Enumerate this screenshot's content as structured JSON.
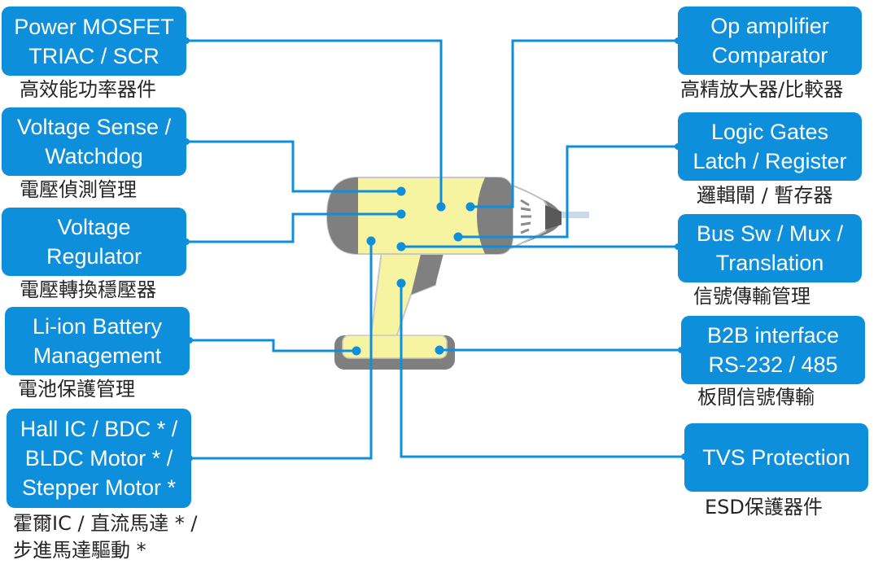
{
  "colors": {
    "accent": "#0e8fdc",
    "drill_body": "#f6f4a0",
    "drill_grip": "#7f7f7f",
    "text": "#262626"
  },
  "left_boxes": [
    {
      "lines": [
        "Power  MOSFET",
        "TRIAC / SCR"
      ],
      "subtitle": "高效能功率器件"
    },
    {
      "lines": [
        "Voltage Sense /",
        "Watchdog"
      ],
      "subtitle": "電壓偵測管理"
    },
    {
      "lines": [
        "Voltage",
        "Regulator"
      ],
      "subtitle": "電壓轉換穩壓器"
    },
    {
      "lines": [
        "Li-ion Battery",
        "Management"
      ],
      "subtitle": "電池保護管理"
    },
    {
      "lines": [
        "Hall IC / BDC * /",
        "BLDC Motor * /",
        "Stepper Motor *"
      ],
      "subtitle": [
        "霍爾IC / 直流馬達 * /",
        "步進馬達驅動 *"
      ]
    }
  ],
  "right_boxes": [
    {
      "lines": [
        "Op amplifier",
        "Comparator"
      ],
      "subtitle": "高精放大器/比較器"
    },
    {
      "lines": [
        "Logic Gates",
        "Latch / Register"
      ],
      "subtitle": "邏輯閘 / 暫存器"
    },
    {
      "lines": [
        "Bus Sw / Mux /",
        "Translation"
      ],
      "subtitle": "信號傳輸管理"
    },
    {
      "lines": [
        "B2B interface",
        "RS-232 / 485"
      ],
      "subtitle": "板間信號傳輸"
    },
    {
      "lines": [
        "TVS Protection"
      ],
      "subtitle": "ESD保護器件"
    }
  ]
}
